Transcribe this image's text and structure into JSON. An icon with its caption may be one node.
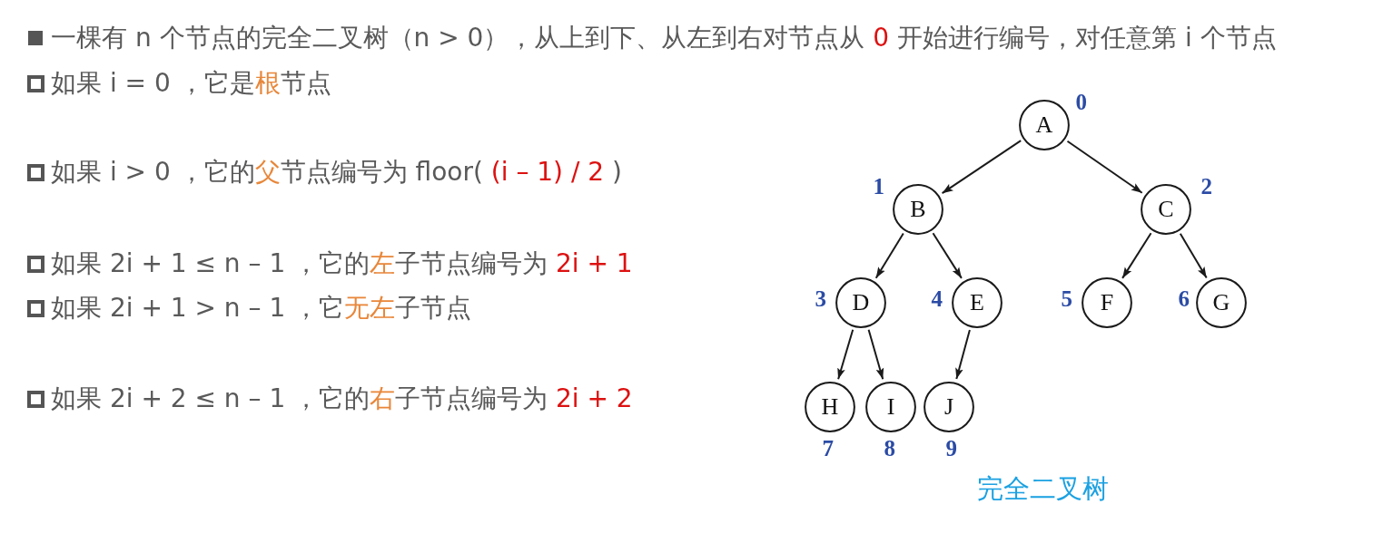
{
  "diagram": {
    "caption": "完全二叉树",
    "nodes": [
      {
        "text": [
          "A"
        ],
        "beside": [
          "0"
        ]
      },
      {
        "text": [
          "B"
        ],
        "beside": [
          "1"
        ]
      },
      {
        "text": [
          "C"
        ],
        "beside": [
          "2"
        ]
      },
      {
        "text": [
          "D"
        ],
        "beside": [
          "3"
        ]
      },
      {
        "text": [
          "E"
        ],
        "beside": [
          "4"
        ]
      },
      {
        "text": [
          "F"
        ],
        "beside": [
          "5"
        ]
      },
      {
        "text": [
          "G"
        ],
        "beside": [
          "6"
        ]
      },
      {
        "text": [
          "H"
        ],
        "beside": [
          "7"
        ]
      },
      {
        "text": [
          "I"
        ],
        "beside": [
          "8"
        ]
      },
      {
        "text": [
          "J"
        ],
        "beside": [
          "9"
        ]
      }
    ],
    "edges": [
      {
        "from": 0,
        "to": 1,
        "arrow": "to"
      },
      {
        "from": 0,
        "to": 2,
        "arrow": "to"
      },
      {
        "from": 1,
        "to": 3,
        "arrow": "to"
      },
      {
        "from": 1,
        "to": 4,
        "arrow": "to"
      },
      {
        "from": 2,
        "to": 5,
        "arrow": "to"
      },
      {
        "from": 2,
        "to": 6,
        "arrow": "to"
      },
      {
        "from": 3,
        "to": 7,
        "arrow": "to"
      },
      {
        "from": 3,
        "to": 8,
        "arrow": "to"
      },
      {
        "from": 4,
        "to": 9,
        "arrow": "to"
      }
    ],
    "labels": [
      "一棵有 n 个节点的完全二叉树（n > 0），从上到下、从左到右对节点从 0 开始进行编号，对任意第 i 个节点",
      "如果 i = 0 ，它是根节点",
      "如果 i > 0 ，它的父节点编号为 floor( (i – 1) / 2 )",
      "如果 2i + 1 ≤ n – 1 ，它的左子节点编号为 2i + 1",
      "如果 2i + 1 > n – 1 ，它无左子节点",
      "如果 2i + 2 ≤ n – 1 ，它的右子节点编号为 2i + 2"
    ]
  }
}
